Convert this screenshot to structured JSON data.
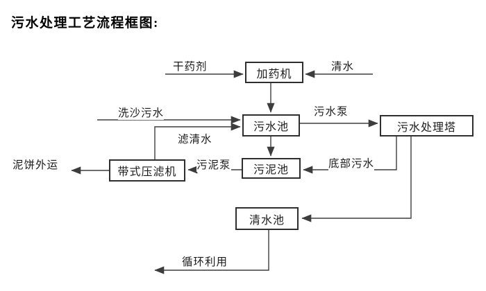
{
  "title": "污水处理工艺流程框图:",
  "nodes": [
    {
      "id": "dosing-machine",
      "label": "加药机"
    },
    {
      "id": "sewage-pool",
      "label": "污水池"
    },
    {
      "id": "treatment-tower",
      "label": "污水处理塔"
    },
    {
      "id": "sludge-pool",
      "label": "污泥池"
    },
    {
      "id": "belt-filter-press",
      "label": "带式压滤机"
    },
    {
      "id": "clear-water-pool",
      "label": "清水池"
    }
  ],
  "edge_labels": [
    {
      "id": "dry-agent",
      "text": "干药剂"
    },
    {
      "id": "clear-water",
      "text": "清水"
    },
    {
      "id": "sand-washing-sewage",
      "text": "洗沙污水"
    },
    {
      "id": "filtered-water",
      "text": "滤清水"
    },
    {
      "id": "sewage-pump",
      "text": "污水泵"
    },
    {
      "id": "bottom-sewage",
      "text": "底部污水"
    },
    {
      "id": "sludge-pump",
      "text": "污泥泵"
    },
    {
      "id": "mud-cake-out",
      "text": "泥饼外运"
    },
    {
      "id": "recycle",
      "text": "循环利用"
    }
  ],
  "colors": {
    "background": "#ffffff",
    "line": "#3d3d3d",
    "box_border": "#2e2e2e",
    "text": "#1c1c1c"
  }
}
